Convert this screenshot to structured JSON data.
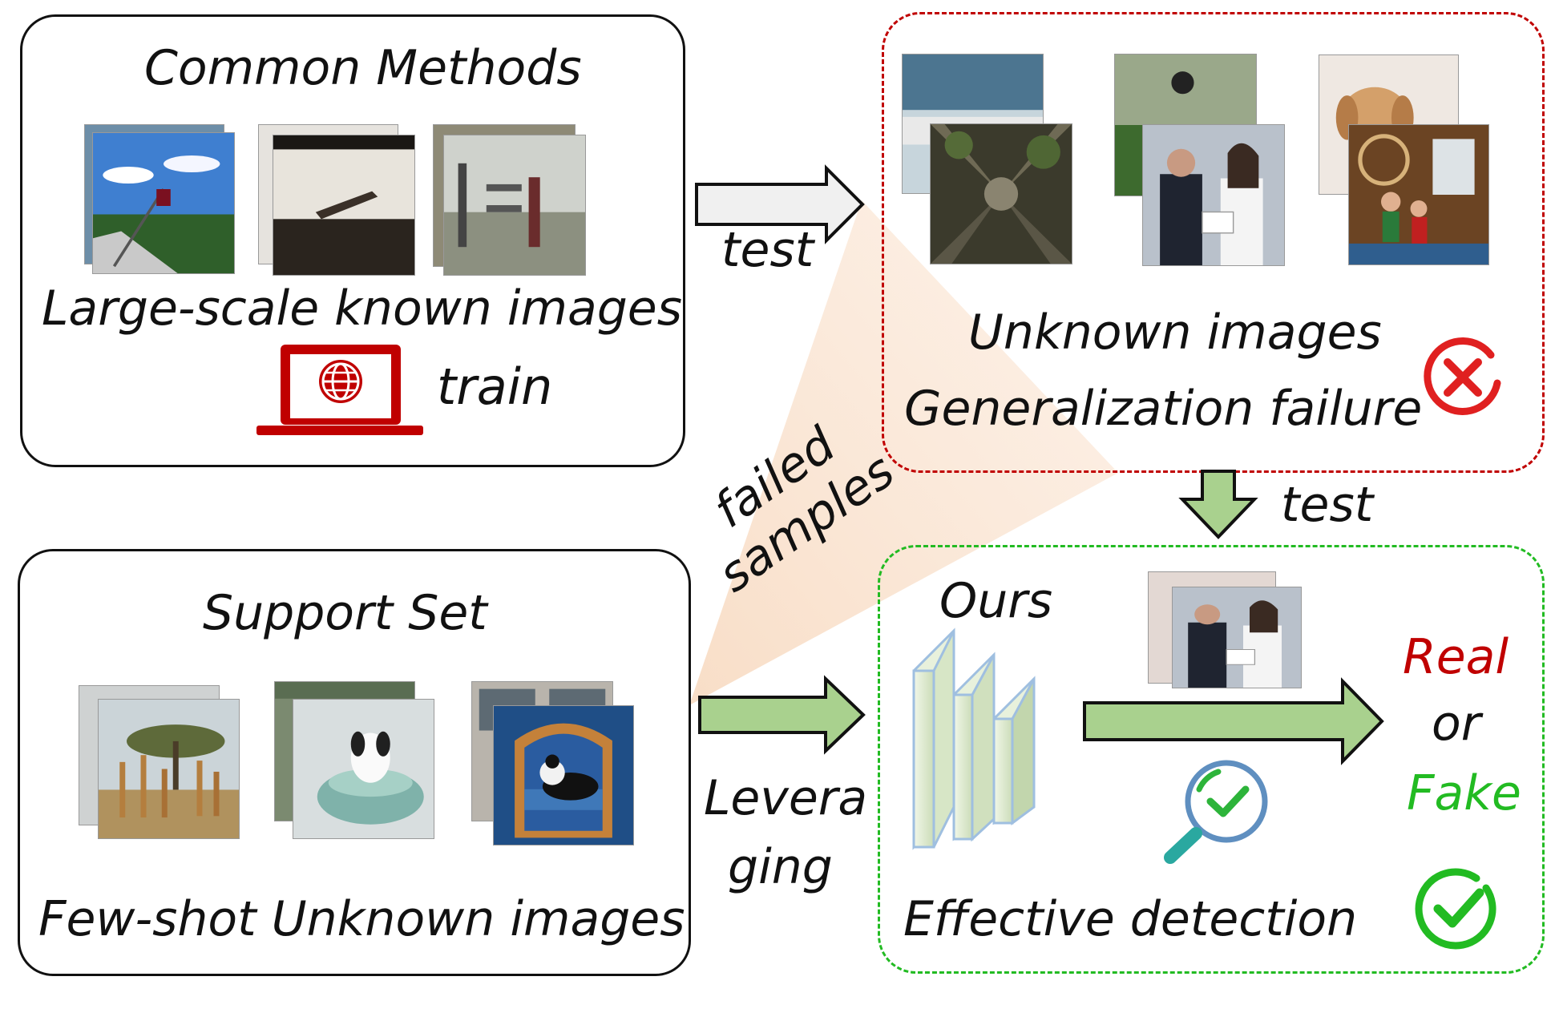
{
  "common": {
    "title": "Common Methods",
    "caption": "Large-scale known images",
    "train_label": "train",
    "icon": "laptop-globe-icon"
  },
  "unknown": {
    "line1": "Unknown images",
    "line2": "Generalization failure",
    "icon": "x-circle-icon"
  },
  "support": {
    "title": "Support Set",
    "caption": "Few-shot Unknown images"
  },
  "ours": {
    "title": "Ours",
    "caption": "Effective detection",
    "result_real": "Real",
    "result_or": "or",
    "result_fake": "Fake",
    "icons": [
      "magnifier-check-icon",
      "check-circle-icon"
    ]
  },
  "arrows": {
    "test_top": "test",
    "test_right": "test",
    "failed_line1": "failed",
    "failed_line2": "samples",
    "leveraging_line1": "Levera",
    "leveraging_line2": "ging"
  },
  "colors": {
    "red": "#c00000",
    "green": "#22bb22",
    "arrow_green": "#a9d18e",
    "arrow_gray": "#f0f0f0"
  }
}
